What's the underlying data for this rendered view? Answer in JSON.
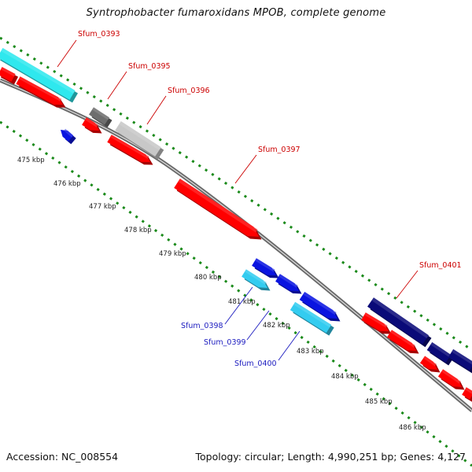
{
  "title": "Syntrophobacter fumaroxidans MPOB, complete genome",
  "footer": {
    "accession_label": "Accession:",
    "accession": "NC_008554",
    "topology_label": "Topology:",
    "topology": "circular;",
    "length_label": "Length:",
    "length": "4,990,251 bp;",
    "genes_label": "Genes:",
    "genes": "4,127"
  },
  "scale_ticks": [
    "475 kbp",
    "476 kbp",
    "477 kbp",
    "478 kbp",
    "479 kbp",
    "480 kbp",
    "481 kbp",
    "482 kbp",
    "483 kbp",
    "484 kbp",
    "485 kbp",
    "486 kbp"
  ],
  "gene_labels": {
    "forward": [
      "Sfum_0393",
      "Sfum_0395",
      "Sfum_0396",
      "Sfum_0397",
      "Sfum_0401"
    ],
    "reverse": [
      "Sfum_0398",
      "Sfum_0399",
      "Sfum_0400"
    ]
  },
  "colors": {
    "red": "#ff0000",
    "cyan": "#2fe8ee",
    "light_blue": "#33ccf0",
    "blue": "#0a14e0",
    "navy": "#0a0a78",
    "dark_gray": "#6e6e6e",
    "light_gray": "#c8c8c8",
    "backbone": "#8a8a8a",
    "tick_green": "#1a8a1a",
    "forward_label": "#cc0000",
    "reverse_label": "#1a1abf"
  }
}
